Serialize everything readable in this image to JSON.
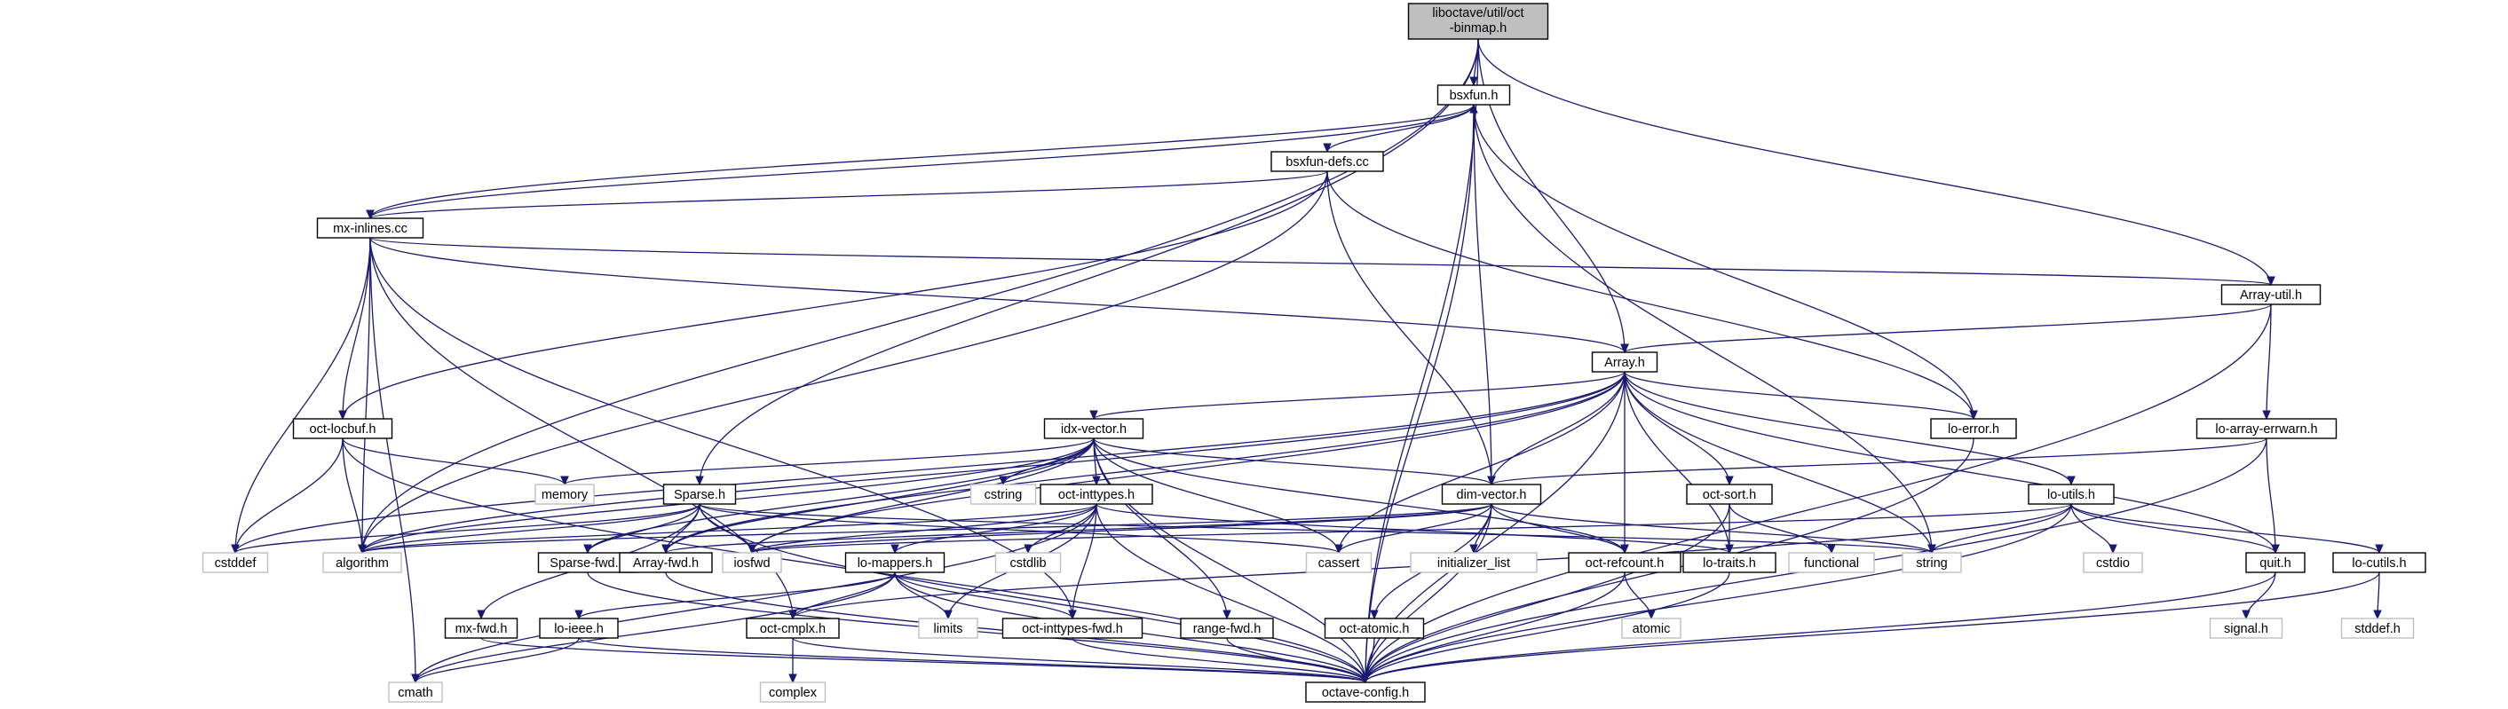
{
  "graph": {
    "nodes": [
      {
        "id": "root",
        "kind": "root",
        "lines": [
          "liboctave/util/oct",
          "-binmap.h"
        ]
      },
      {
        "id": "bsxfun_h",
        "kind": "normal",
        "lines": [
          "bsxfun.h"
        ]
      },
      {
        "id": "bsxfun_defs",
        "kind": "normal",
        "lines": [
          "bsxfun-defs.cc"
        ]
      },
      {
        "id": "mx_inlines",
        "kind": "normal",
        "lines": [
          "mx-inlines.cc"
        ]
      },
      {
        "id": "array_util",
        "kind": "normal",
        "lines": [
          "Array-util.h"
        ]
      },
      {
        "id": "array_h",
        "kind": "normal",
        "lines": [
          "Array.h"
        ]
      },
      {
        "id": "oct_locbuf",
        "kind": "normal",
        "lines": [
          "oct-locbuf.h"
        ]
      },
      {
        "id": "idx_vector",
        "kind": "normal",
        "lines": [
          "idx-vector.h"
        ]
      },
      {
        "id": "lo_error",
        "kind": "normal",
        "lines": [
          "lo-error.h"
        ]
      },
      {
        "id": "lo_array_errwarn",
        "kind": "normal",
        "lines": [
          "lo-array-errwarn.h"
        ]
      },
      {
        "id": "sparse_h",
        "kind": "normal",
        "lines": [
          "Sparse.h"
        ]
      },
      {
        "id": "oct_inttypes",
        "kind": "normal",
        "lines": [
          "oct-inttypes.h"
        ]
      },
      {
        "id": "dim_vector",
        "kind": "normal",
        "lines": [
          "dim-vector.h"
        ]
      },
      {
        "id": "oct_sort",
        "kind": "normal",
        "lines": [
          "oct-sort.h"
        ]
      },
      {
        "id": "lo_utils",
        "kind": "normal",
        "lines": [
          "lo-utils.h"
        ]
      },
      {
        "id": "memory",
        "kind": "external",
        "lines": [
          "memory"
        ]
      },
      {
        "id": "cstring",
        "kind": "external",
        "lines": [
          "cstring"
        ]
      },
      {
        "id": "cstddef",
        "kind": "external",
        "lines": [
          "cstddef"
        ]
      },
      {
        "id": "algorithm",
        "kind": "external",
        "lines": [
          "algorithm"
        ]
      },
      {
        "id": "sparse_fwd",
        "kind": "normal",
        "lines": [
          "Sparse-fwd.h"
        ]
      },
      {
        "id": "array_fwd",
        "kind": "normal",
        "lines": [
          "Array-fwd.h"
        ]
      },
      {
        "id": "iosfwd",
        "kind": "external",
        "lines": [
          "iosfwd"
        ]
      },
      {
        "id": "cassert",
        "kind": "external",
        "lines": [
          "cassert"
        ]
      },
      {
        "id": "initializer_list",
        "kind": "external",
        "lines": [
          "initializer_list"
        ]
      },
      {
        "id": "oct_refcount",
        "kind": "normal",
        "lines": [
          "oct-refcount.h"
        ]
      },
      {
        "id": "lo_traits",
        "kind": "normal",
        "lines": [
          "lo-traits.h"
        ]
      },
      {
        "id": "functional",
        "kind": "external",
        "lines": [
          "functional"
        ]
      },
      {
        "id": "string",
        "kind": "external",
        "lines": [
          "string"
        ]
      },
      {
        "id": "cstdio",
        "kind": "external",
        "lines": [
          "cstdio"
        ]
      },
      {
        "id": "quit_h",
        "kind": "normal",
        "lines": [
          "quit.h"
        ]
      },
      {
        "id": "lo_cutils",
        "kind": "normal",
        "lines": [
          "lo-cutils.h"
        ]
      },
      {
        "id": "cstdlib",
        "kind": "external",
        "lines": [
          "cstdlib"
        ]
      },
      {
        "id": "lo_mappers",
        "kind": "normal",
        "lines": [
          "lo-mappers.h"
        ]
      },
      {
        "id": "mx_fwd",
        "kind": "normal",
        "lines": [
          "mx-fwd.h"
        ]
      },
      {
        "id": "lo_ieee",
        "kind": "normal",
        "lines": [
          "lo-ieee.h"
        ]
      },
      {
        "id": "oct_cmplx",
        "kind": "normal",
        "lines": [
          "oct-cmplx.h"
        ]
      },
      {
        "id": "limits",
        "kind": "external",
        "lines": [
          "limits"
        ]
      },
      {
        "id": "oct_inttypes_fwd",
        "kind": "normal",
        "lines": [
          "oct-inttypes-fwd.h"
        ]
      },
      {
        "id": "range_fwd",
        "kind": "normal",
        "lines": [
          "range-fwd.h"
        ]
      },
      {
        "id": "oct_atomic",
        "kind": "normal",
        "lines": [
          "oct-atomic.h"
        ]
      },
      {
        "id": "atomic",
        "kind": "external",
        "lines": [
          "atomic"
        ]
      },
      {
        "id": "signal_h",
        "kind": "external",
        "lines": [
          "signal.h"
        ]
      },
      {
        "id": "stddef_h",
        "kind": "external",
        "lines": [
          "stddef.h"
        ]
      },
      {
        "id": "cmath",
        "kind": "external",
        "lines": [
          "cmath"
        ]
      },
      {
        "id": "complex",
        "kind": "external",
        "lines": [
          "complex"
        ]
      },
      {
        "id": "octave_config",
        "kind": "normal",
        "lines": [
          "octave-config.h"
        ]
      }
    ],
    "edges": [
      [
        "root",
        "bsxfun_h"
      ],
      [
        "root",
        "array_util"
      ],
      [
        "root",
        "array_h"
      ],
      [
        "root",
        "sparse_h"
      ],
      [
        "root",
        "octave_config"
      ],
      [
        "root",
        "algorithm"
      ],
      [
        "bsxfun_h",
        "bsxfun_defs"
      ],
      [
        "bsxfun_h",
        "mx_inlines"
      ],
      [
        "bsxfun_h",
        "dim_vector"
      ],
      [
        "bsxfun_h",
        "lo_error"
      ],
      [
        "bsxfun_h",
        "string"
      ],
      [
        "bsxfun_h",
        "octave_config"
      ],
      [
        "bsxfun_defs",
        "mx_inlines"
      ],
      [
        "bsxfun_defs",
        "oct_locbuf"
      ],
      [
        "bsxfun_defs",
        "dim_vector"
      ],
      [
        "bsxfun_defs",
        "lo_error"
      ],
      [
        "bsxfun_defs",
        "algorithm"
      ],
      [
        "mx_inlines",
        "array_util"
      ],
      [
        "mx_inlines",
        "array_h"
      ],
      [
        "mx_inlines",
        "oct_locbuf"
      ],
      [
        "mx_inlines",
        "cstddef"
      ],
      [
        "mx_inlines",
        "algorithm"
      ],
      [
        "mx_inlines",
        "cmath"
      ],
      [
        "mx_inlines",
        "oct_cmplx"
      ],
      [
        "mx_inlines",
        "oct_inttypes_fwd"
      ],
      [
        "mx_inlines",
        "bsxfun_h"
      ],
      [
        "array_util",
        "array_h"
      ],
      [
        "array_util",
        "lo_array_errwarn"
      ],
      [
        "array_util",
        "octave_config"
      ],
      [
        "array_h",
        "idx_vector"
      ],
      [
        "array_h",
        "dim_vector"
      ],
      [
        "array_h",
        "lo_error"
      ],
      [
        "array_h",
        "oct_sort"
      ],
      [
        "array_h",
        "lo_utils"
      ],
      [
        "array_h",
        "cassert"
      ],
      [
        "array_h",
        "cstddef"
      ],
      [
        "array_h",
        "algorithm"
      ],
      [
        "array_h",
        "iosfwd"
      ],
      [
        "array_h",
        "array_fwd"
      ],
      [
        "array_h",
        "oct_refcount"
      ],
      [
        "array_h",
        "lo_traits"
      ],
      [
        "array_h",
        "string"
      ],
      [
        "array_h",
        "quit_h"
      ],
      [
        "array_h",
        "octave_config"
      ],
      [
        "oct_locbuf",
        "memory"
      ],
      [
        "oct_locbuf",
        "cstddef"
      ],
      [
        "oct_locbuf",
        "algorithm"
      ],
      [
        "oct_locbuf",
        "octave_config"
      ],
      [
        "idx_vector",
        "cstring"
      ],
      [
        "idx_vector",
        "memory"
      ],
      [
        "idx_vector",
        "algorithm"
      ],
      [
        "idx_vector",
        "iosfwd"
      ],
      [
        "idx_vector",
        "oct_inttypes"
      ],
      [
        "idx_vector",
        "dim_vector"
      ],
      [
        "idx_vector",
        "array_fwd"
      ],
      [
        "idx_vector",
        "sparse_fwd"
      ],
      [
        "idx_vector",
        "cassert"
      ],
      [
        "idx_vector",
        "oct_refcount"
      ],
      [
        "idx_vector",
        "range_fwd"
      ],
      [
        "idx_vector",
        "octave_config"
      ],
      [
        "lo_error",
        "octave_config"
      ],
      [
        "lo_array_errwarn",
        "dim_vector"
      ],
      [
        "lo_array_errwarn",
        "quit_h"
      ],
      [
        "lo_array_errwarn",
        "octave_config"
      ],
      [
        "sparse_h",
        "cstddef"
      ],
      [
        "sparse_h",
        "algorithm"
      ],
      [
        "sparse_h",
        "iosfwd"
      ],
      [
        "sparse_h",
        "string"
      ],
      [
        "sparse_h",
        "array_fwd"
      ],
      [
        "sparse_h",
        "sparse_fwd"
      ],
      [
        "sparse_h",
        "mx_fwd"
      ],
      [
        "sparse_h",
        "cassert"
      ],
      [
        "sparse_h",
        "octave_config"
      ],
      [
        "oct_inttypes",
        "cstdlib"
      ],
      [
        "oct_inttypes",
        "iosfwd"
      ],
      [
        "oct_inttypes",
        "limits"
      ],
      [
        "oct_inttypes",
        "lo_mappers"
      ],
      [
        "oct_inttypes",
        "lo_traits"
      ],
      [
        "oct_inttypes",
        "oct_inttypes_fwd"
      ],
      [
        "oct_inttypes",
        "algorithm"
      ],
      [
        "oct_inttypes",
        "cmath"
      ],
      [
        "oct_inttypes",
        "octave_config"
      ],
      [
        "dim_vector",
        "cassert"
      ],
      [
        "dim_vector",
        "initializer_list"
      ],
      [
        "dim_vector",
        "string"
      ],
      [
        "dim_vector",
        "iosfwd"
      ],
      [
        "dim_vector",
        "oct_refcount"
      ],
      [
        "dim_vector",
        "oct_atomic"
      ],
      [
        "dim_vector",
        "array_fwd"
      ],
      [
        "dim_vector",
        "octave_config"
      ],
      [
        "dim_vector",
        "algorithm"
      ],
      [
        "oct_sort",
        "functional"
      ],
      [
        "oct_sort",
        "lo_traits"
      ],
      [
        "oct_sort",
        "octave_config"
      ],
      [
        "lo_utils",
        "cstdio"
      ],
      [
        "lo_utils",
        "iosfwd"
      ],
      [
        "lo_utils",
        "string"
      ],
      [
        "lo_utils",
        "quit_h"
      ],
      [
        "lo_utils",
        "lo_cutils"
      ],
      [
        "lo_utils",
        "oct_cmplx"
      ],
      [
        "lo_utils",
        "octave_config"
      ],
      [
        "quit_h",
        "signal_h"
      ],
      [
        "quit_h",
        "octave_config"
      ],
      [
        "lo_cutils",
        "stddef_h"
      ],
      [
        "lo_cutils",
        "octave_config"
      ],
      [
        "lo_mappers",
        "limits"
      ],
      [
        "lo_mappers",
        "lo_ieee"
      ],
      [
        "lo_mappers",
        "oct_cmplx"
      ],
      [
        "lo_mappers",
        "oct_inttypes_fwd"
      ],
      [
        "lo_mappers",
        "cmath"
      ],
      [
        "lo_mappers",
        "octave_config"
      ],
      [
        "lo_ieee",
        "cmath"
      ],
      [
        "lo_ieee",
        "octave_config"
      ],
      [
        "oct_cmplx",
        "complex"
      ],
      [
        "oct_cmplx",
        "octave_config"
      ],
      [
        "oct_inttypes_fwd",
        "octave_config"
      ],
      [
        "range_fwd",
        "octave_config"
      ],
      [
        "oct_refcount",
        "atomic"
      ],
      [
        "oct_refcount",
        "octave_config"
      ],
      [
        "oct_atomic",
        "octave_config"
      ],
      [
        "lo_traits",
        "octave_config"
      ],
      [
        "sparse_fwd",
        "octave_config"
      ],
      [
        "array_fwd",
        "octave_config"
      ],
      [
        "mx_fwd",
        "octave_config"
      ]
    ]
  }
}
